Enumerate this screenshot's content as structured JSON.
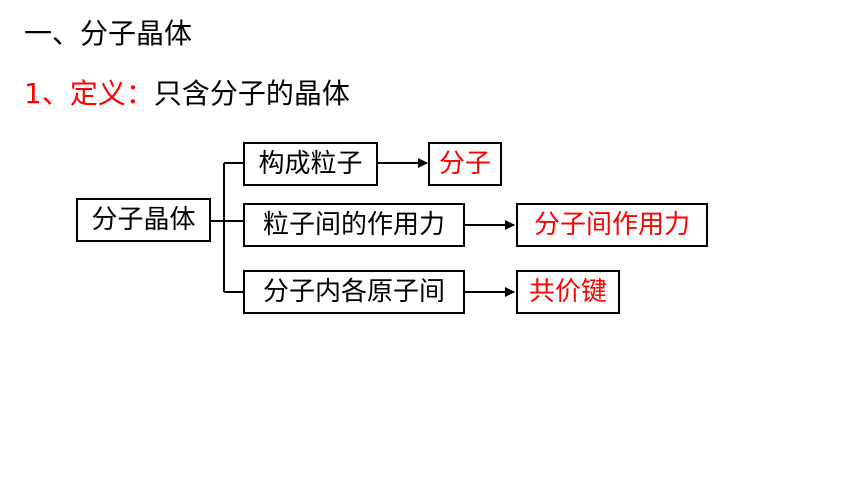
{
  "heading": "一、分子晶体",
  "definition": {
    "label": "1、定义：",
    "text": "只含分子的晶体"
  },
  "diagram": {
    "root": "分子晶体",
    "branches": [
      {
        "label": "构成粒子",
        "result": "分子"
      },
      {
        "label": "粒子间的作用力",
        "result": "分子间作用力"
      },
      {
        "label": "分子内各原子间",
        "result": "共价键"
      }
    ]
  },
  "colors": {
    "accent": "#ff0000",
    "text": "#000000",
    "background": "#ffffff"
  }
}
